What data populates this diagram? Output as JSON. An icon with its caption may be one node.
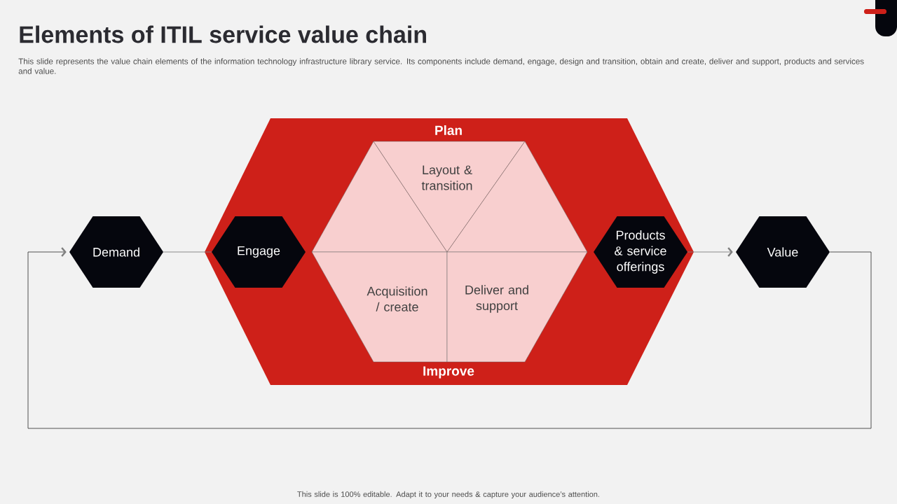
{
  "diagram": {
    "title": "Elements of ITIL service value chain",
    "nodes": [
      {
        "text": [
          "Plan",
          "Improve"
        ]
      },
      {
        "text": [
          "Demand"
        ]
      },
      {
        "text": [
          "Engage"
        ],
        "in": 0
      },
      {
        "text": [],
        "shape": "triangle",
        "in": 0
      },
      {
        "text": [
          "Layout & transition"
        ],
        "in": 0
      },
      {
        "text": [],
        "shape": "triangle",
        "in": 0
      },
      {
        "text": [
          "Acquisition / create"
        ],
        "in": 0
      },
      {
        "text": [
          "Deliver and support"
        ],
        "in": 0
      },
      {
        "text": [
          "Products & service offerings"
        ],
        "in": 0
      },
      {
        "text": [
          "Value"
        ]
      }
    ],
    "edges": [
      {
        "from": 1,
        "to": 2,
        "arrow": "none"
      },
      {
        "from": 8,
        "to": 9,
        "arrow": "to"
      },
      {
        "from": 9,
        "to": 1,
        "arrow": "to"
      }
    ],
    "labels": [
      "This slide represents the value chain elements of the information technology infrastructure library service. Its components include demand, engage, design and transition, obtain and create, deliver and support, products and services and value.",
      "This slide is 100% editable. Adapt it to your needs & capture your audience’s attention."
    ]
  }
}
